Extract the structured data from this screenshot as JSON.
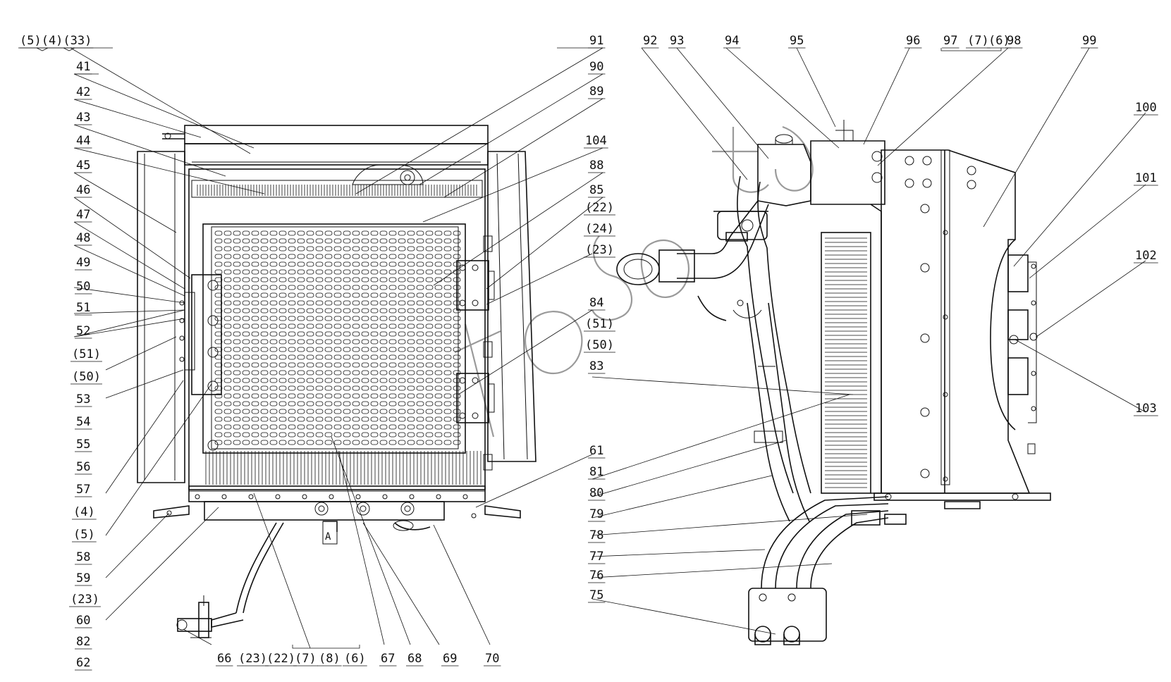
{
  "diagram": {
    "left_labels": [
      {
        "id": "l0",
        "text": "(5)(4)(33)"
      },
      {
        "id": "l1",
        "text": "41"
      },
      {
        "id": "l2",
        "text": "42"
      },
      {
        "id": "l3",
        "text": "43"
      },
      {
        "id": "l4",
        "text": "44"
      },
      {
        "id": "l5",
        "text": "45"
      },
      {
        "id": "l6",
        "text": "46"
      },
      {
        "id": "l7",
        "text": "47"
      },
      {
        "id": "l8",
        "text": "48"
      },
      {
        "id": "l9",
        "text": "49"
      },
      {
        "id": "l10",
        "text": "50"
      },
      {
        "id": "l11",
        "text": "51"
      },
      {
        "id": "l12",
        "text": "52"
      },
      {
        "id": "l13",
        "text": "(51)"
      },
      {
        "id": "l14",
        "text": "(50)"
      },
      {
        "id": "l15",
        "text": "53"
      },
      {
        "id": "l16",
        "text": "54"
      },
      {
        "id": "l17",
        "text": "55"
      },
      {
        "id": "l18",
        "text": "56"
      },
      {
        "id": "l19",
        "text": "57"
      },
      {
        "id": "l20",
        "text": "(4)"
      },
      {
        "id": "l21",
        "text": "(5)"
      },
      {
        "id": "l22",
        "text": "58"
      },
      {
        "id": "l23",
        "text": "59"
      },
      {
        "id": "l24",
        "text": "(23)"
      },
      {
        "id": "l25",
        "text": "60"
      },
      {
        "id": "l26",
        "text": "82"
      },
      {
        "id": "l27",
        "text": "62"
      }
    ],
    "bottom_labels": [
      {
        "id": "b0",
        "text": "66"
      },
      {
        "id": "b1",
        "text": "(23)"
      },
      {
        "id": "b2",
        "text": "(22)"
      },
      {
        "id": "b3",
        "text": "(7)"
      },
      {
        "id": "b4",
        "text": "(8)"
      },
      {
        "id": "b5",
        "text": "(6)"
      },
      {
        "id": "b6",
        "text": "67"
      },
      {
        "id": "b7",
        "text": "68"
      },
      {
        "id": "b8",
        "text": "69"
      },
      {
        "id": "b9",
        "text": "70"
      }
    ],
    "mid_labels": [
      {
        "id": "m0",
        "text": "91"
      },
      {
        "id": "m1",
        "text": "90"
      },
      {
        "id": "m2",
        "text": "89"
      },
      {
        "id": "m3",
        "text": "104"
      },
      {
        "id": "m4",
        "text": "88"
      },
      {
        "id": "m5",
        "text": "85"
      },
      {
        "id": "m6",
        "text": "(22)"
      },
      {
        "id": "m7",
        "text": "(24)"
      },
      {
        "id": "m8",
        "text": "(23)"
      },
      {
        "id": "m9",
        "text": "84"
      },
      {
        "id": "m10",
        "text": "(51)"
      },
      {
        "id": "m11",
        "text": "(50)"
      },
      {
        "id": "m12",
        "text": "83"
      },
      {
        "id": "m13",
        "text": "61"
      },
      {
        "id": "m14",
        "text": "81"
      },
      {
        "id": "m15",
        "text": "80"
      },
      {
        "id": "m16",
        "text": "79"
      },
      {
        "id": "m17",
        "text": "78"
      },
      {
        "id": "m18",
        "text": "77"
      },
      {
        "id": "m19",
        "text": "76"
      },
      {
        "id": "m20",
        "text": "75"
      }
    ],
    "top_labels": [
      {
        "id": "t0",
        "text": "92"
      },
      {
        "id": "t1",
        "text": "93"
      },
      {
        "id": "t2",
        "text": "94"
      },
      {
        "id": "t3",
        "text": "95"
      },
      {
        "id": "t4",
        "text": "96"
      },
      {
        "id": "t5",
        "text": "97"
      },
      {
        "id": "t6",
        "text": "(7)"
      },
      {
        "id": "t7",
        "text": "(6)"
      },
      {
        "id": "t8",
        "text": "98"
      },
      {
        "id": "t9",
        "text": "99"
      }
    ],
    "right_labels": [
      {
        "id": "r0",
        "text": "100"
      },
      {
        "id": "r1",
        "text": "101"
      },
      {
        "id": "r2",
        "text": "102"
      },
      {
        "id": "r3",
        "text": "103"
      }
    ],
    "view_marker": "A"
  }
}
